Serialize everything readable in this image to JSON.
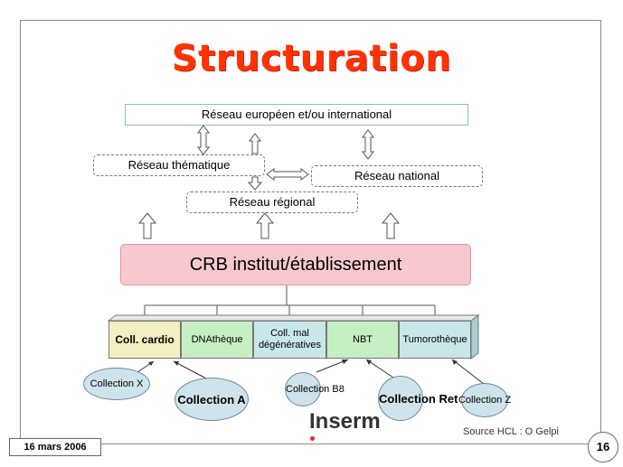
{
  "title": "Structuration",
  "network_top": "Réseau européen et/ou international",
  "network_thematic": "Réseau thématique",
  "network_national": "Réseau national",
  "network_regional": "Réseau régional",
  "crb": "CRB institut/établissement",
  "tiles": [
    {
      "label": "Coll. cardio",
      "color": "#f3efc0"
    },
    {
      "label": "DNAthèque",
      "color": "#c7efc4"
    },
    {
      "label": "Coll. mal dégénératives",
      "color": "#c9e7ea"
    },
    {
      "label": "NBT",
      "color": "#c7efc4"
    },
    {
      "label": "Tumorothèque",
      "color": "#c9e7ea"
    }
  ],
  "collections": {
    "x": "Collection X",
    "a": "Collection A",
    "b8": "Collection B8",
    "ret": "Collection Ret",
    "z": "Collection Z"
  },
  "logo": "Inserm",
  "source": "Source HCL : O Gelpi",
  "date": "16 mars 2006",
  "page_number": "16",
  "colors": {
    "title": "#ff3300",
    "crb_fill": "#f7c9cf",
    "ellipse_fill": "#cfe3ec"
  }
}
